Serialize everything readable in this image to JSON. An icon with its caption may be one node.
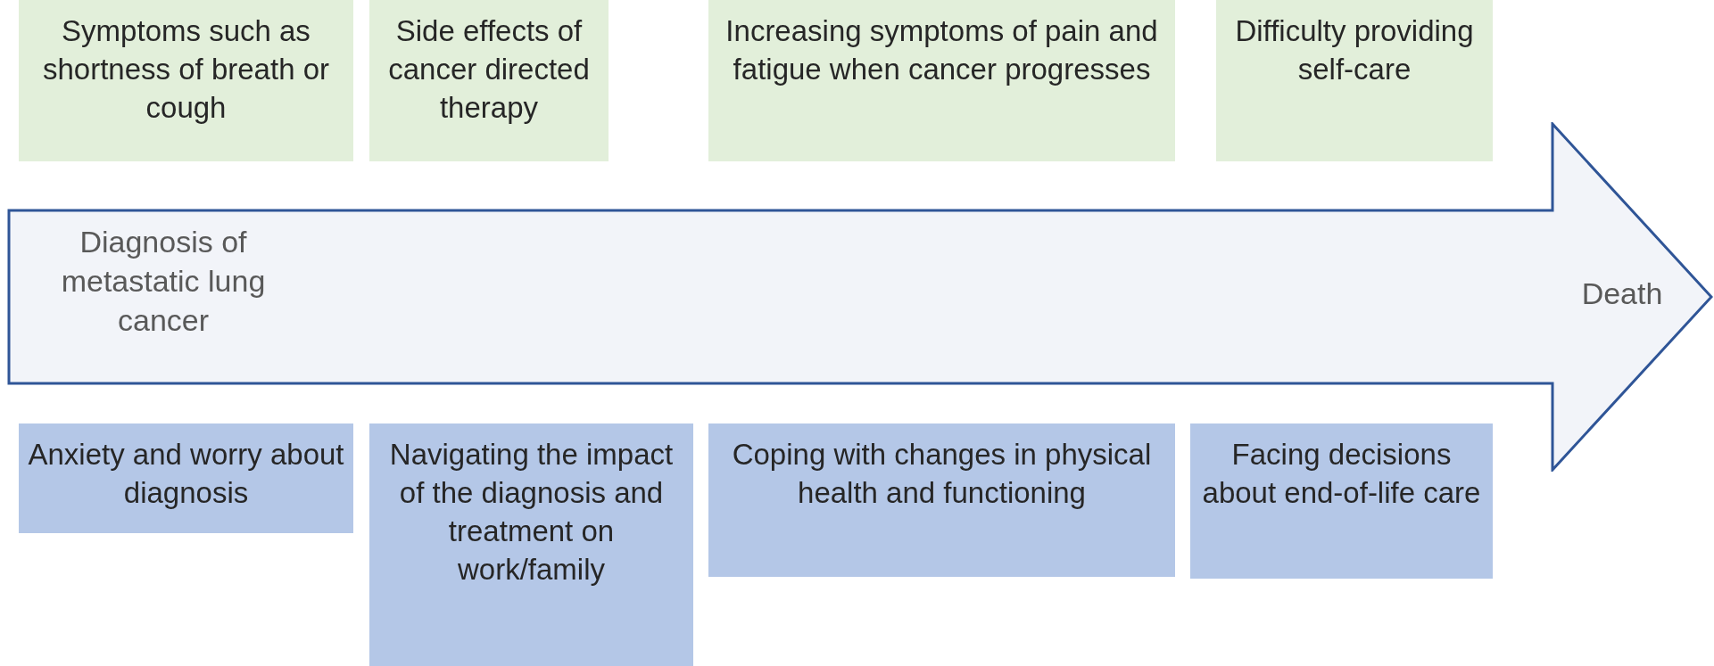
{
  "diagram": {
    "nodes": [
      {
        "text": [
          "Symptoms such as shortness of breath or cough"
        ]
      },
      {
        "text": [
          "Side effects of cancer directed therapy"
        ]
      },
      {
        "text": [
          "Increasing symptoms of pain and fatigue when cancer progresses"
        ]
      },
      {
        "text": [
          "Difficulty providing self-care"
        ]
      },
      {
        "text": [
          "Diagnosis of metastatic lung cancer",
          "Death"
        ]
      },
      {
        "text": [
          "Anxiety and worry about diagnosis"
        ]
      },
      {
        "text": [
          "Navigating the impact of the diagnosis and treatment on work/family"
        ]
      },
      {
        "text": [
          "Coping with changes in physical health and functioning"
        ]
      },
      {
        "text": [
          "Facing decisions about end-of-life care"
        ]
      }
    ],
    "edges": []
  }
}
